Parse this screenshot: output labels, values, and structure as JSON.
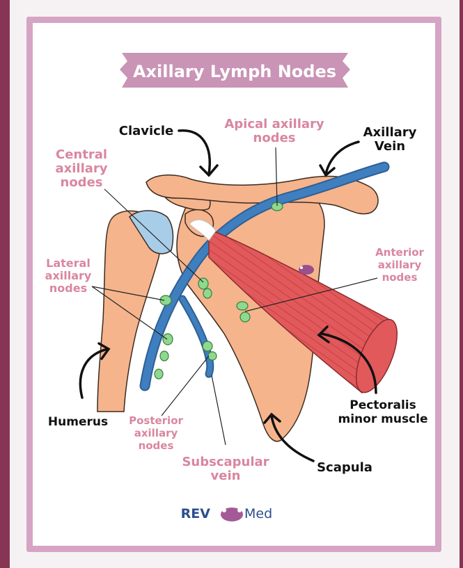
{
  "title": "Axillary Lymph Nodes",
  "labels": {
    "clavicle": "Clavicle",
    "apical": [
      "Apical axillary",
      "nodes"
    ],
    "axillary_vein": [
      "Axillary",
      "Vein"
    ],
    "central": [
      "Central",
      "axillary",
      "nodes"
    ],
    "lateral": [
      "Lateral",
      "axillary",
      "nodes"
    ],
    "anterior": [
      "Anterior",
      "axillary",
      "nodes"
    ],
    "humerus": "Humerus",
    "posterior": [
      "Posterior",
      "axillary",
      "nodes"
    ],
    "subscapular": [
      "Subscapular",
      "vein"
    ],
    "pectoralis": [
      "Pectoralis",
      "minor muscle"
    ],
    "scapula": "Scapula"
  },
  "brand": {
    "left": "REV",
    "right": "Med"
  },
  "colors": {
    "background_border": "#873555",
    "frame": "#d6a4c4",
    "bone": "#f5b48c",
    "vein": "#3f7fbf",
    "muscle": "#e2595b",
    "node": "#8fd88f",
    "pink_label": "#d9869f"
  }
}
